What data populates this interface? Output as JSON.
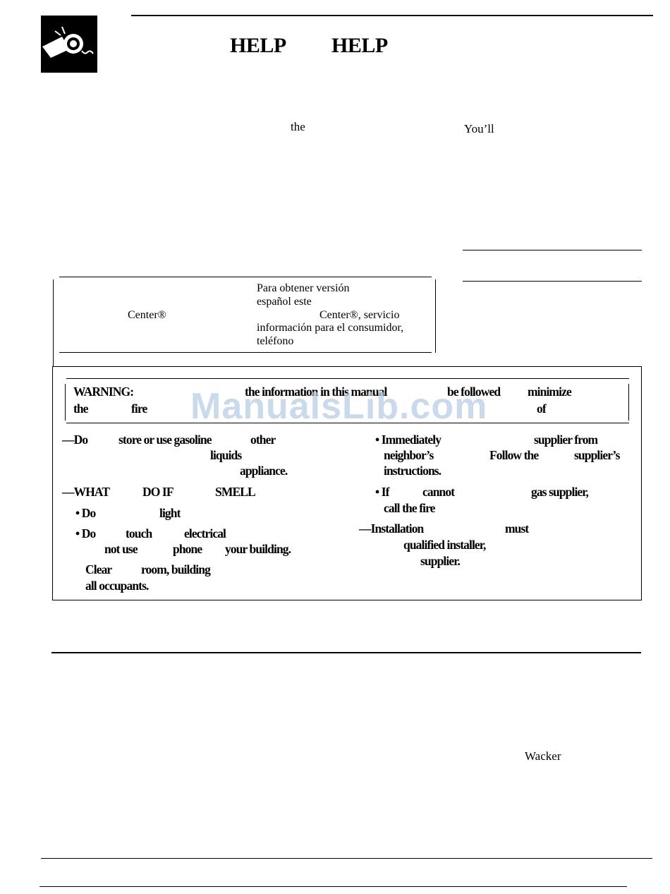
{
  "header": {
    "title_left": "HELP",
    "title_right": "HELP",
    "icon": "appliance-light-icon"
  },
  "intro": {
    "word_the": "the",
    "word_youll": "You’ll"
  },
  "spanish_box": {
    "left_line1": "Center®",
    "right_lines": [
      "Para obtener    versión",
      "español     este",
      "Center®, servicio",
      "información para el consumidor,",
      "teléfono"
    ]
  },
  "warning": {
    "label": "WARNING:",
    "line1_mid": "the information in this manual",
    "line1_right_a": "be followed",
    "line1_right_b": "minimize",
    "line2_a": "the",
    "line2_b": "fire",
    "line2_c": "of",
    "left_col": {
      "l1_a": "—Do",
      "l1_b": "store or use gasoline",
      "l1_c": "other",
      "l2": "liquids",
      "l3": "appliance.",
      "l4_a": "—WHAT",
      "l4_b": "DO IF",
      "l4_c": "SMELL",
      "l5_a": "• Do",
      "l5_b": "light",
      "l6_a": "• Do",
      "l6_b": "touch",
      "l6_c": "electrical",
      "l7_a": "not use",
      "l7_b": "phone",
      "l7_c": "your building.",
      "l8_a": "Clear",
      "l8_b": "room, building",
      "l9": "all occupants."
    },
    "right_col": {
      "r1_a": "• Immediately",
      "r1_b": "supplier from",
      "r2_a": "neighbor’s",
      "r2_b": "Follow the",
      "r2_c": "supplier’s",
      "r3": "instructions.",
      "r4_a": "• If",
      "r4_b": "cannot",
      "r4_c": "gas supplier,",
      "r5": "call the fire",
      "r6_a": "—Installation",
      "r6_b": "must",
      "r7": "qualified installer,",
      "r8": "supplier."
    }
  },
  "footer_text": {
    "wacker": "Wacker"
  },
  "watermark": "ManualsLib.com"
}
